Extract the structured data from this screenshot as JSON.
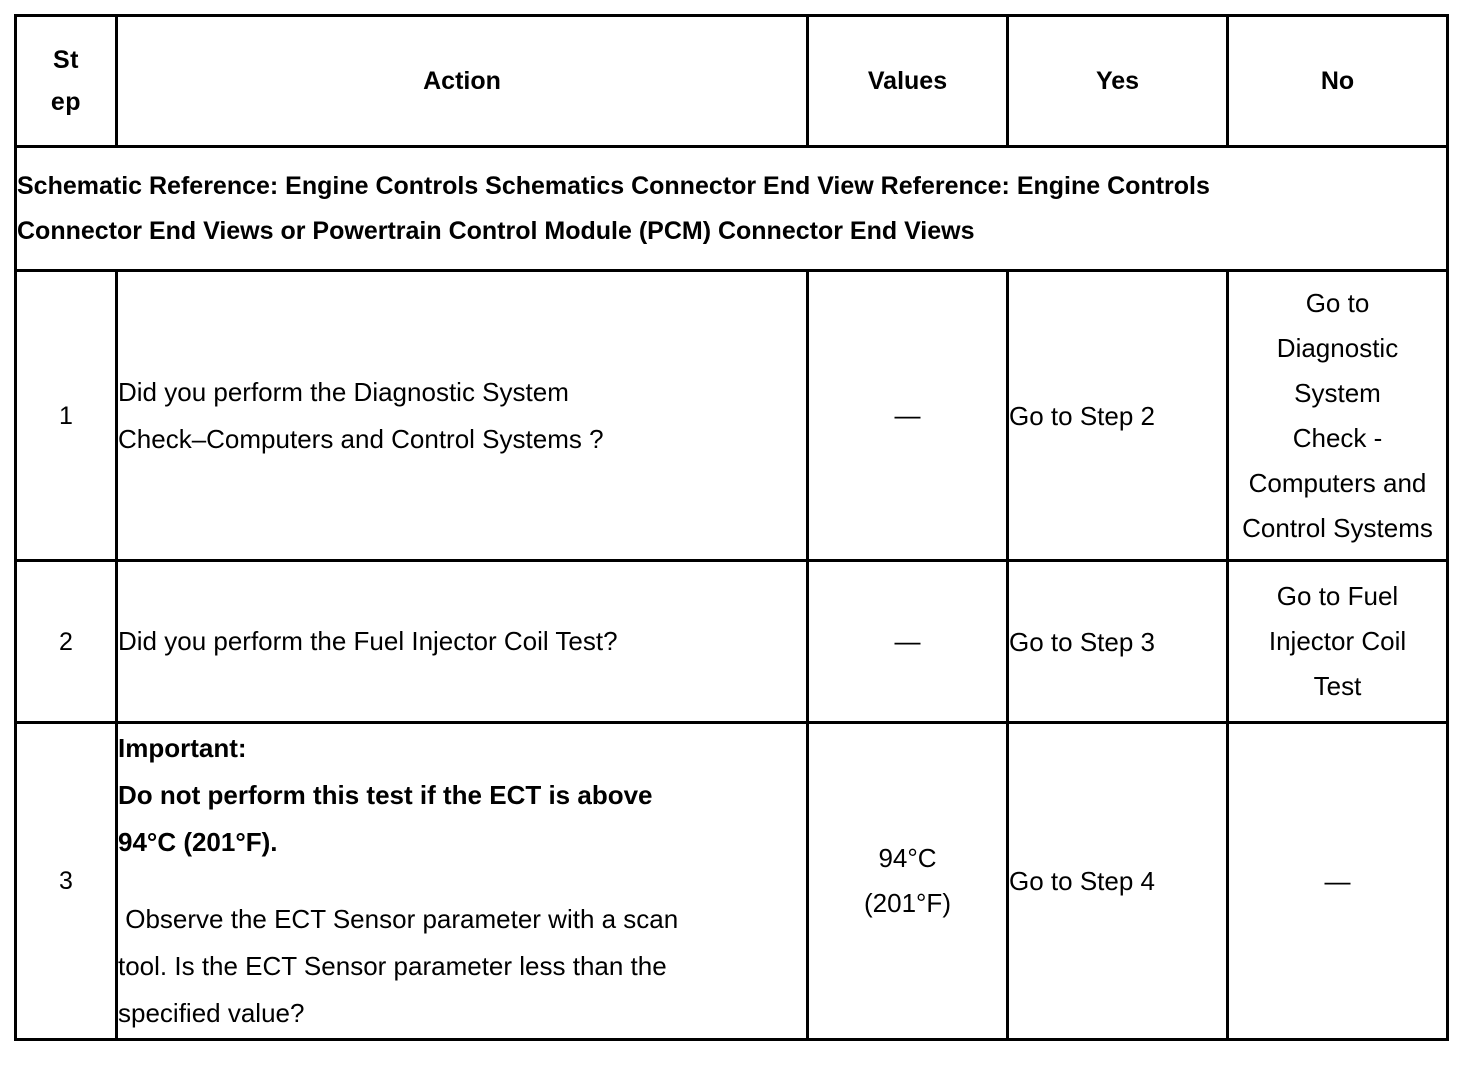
{
  "table": {
    "headers": {
      "step_line1": "St",
      "step_line2": "ep",
      "action": "Action",
      "values": "Values",
      "yes": "Yes",
      "no": "No"
    },
    "schematic_reference": {
      "line1": "Schematic Reference: Engine Controls Schematics Connector End View Reference: Engine Controls",
      "line2": "Connector End Views or Powertrain Control Module (PCM) Connector End Views"
    },
    "rows": [
      {
        "step": "1",
        "action": {
          "line1": "Did you perform the Diagnostic System",
          "line2": "Check–Computers and Control Systems ?"
        },
        "values": {
          "line1": "—"
        },
        "yes": "Go to Step 2",
        "no": {
          "line1": "Go to",
          "line2": "Diagnostic",
          "line3": "System",
          "line4": "Check -",
          "line5": "Computers and",
          "line6": "Control Systems"
        }
      },
      {
        "step": "2",
        "action": {
          "line1": "Did you perform the Fuel Injector Coil Test?"
        },
        "values": {
          "line1": "—"
        },
        "yes": "Go to Step 3",
        "no": {
          "line1": "Go to Fuel",
          "line2": "Injector Coil",
          "line3": "Test"
        }
      },
      {
        "step": "3",
        "action": {
          "bold1": "Important:",
          "bold2": "Do not perform this test if the ECT is above",
          "bold3": "94°C (201°F).",
          "line1": " Observe the ECT Sensor parameter with a scan",
          "line2": "tool. Is the ECT Sensor parameter less than the",
          "line3": "specified value?"
        },
        "values": {
          "line1": "94°C",
          "line2": "(201°F)"
        },
        "yes": "Go to Step 4",
        "no": {
          "line1": "—"
        }
      }
    ]
  },
  "colors": {
    "border": "#000000",
    "text": "#000000",
    "background": "#ffffff"
  }
}
